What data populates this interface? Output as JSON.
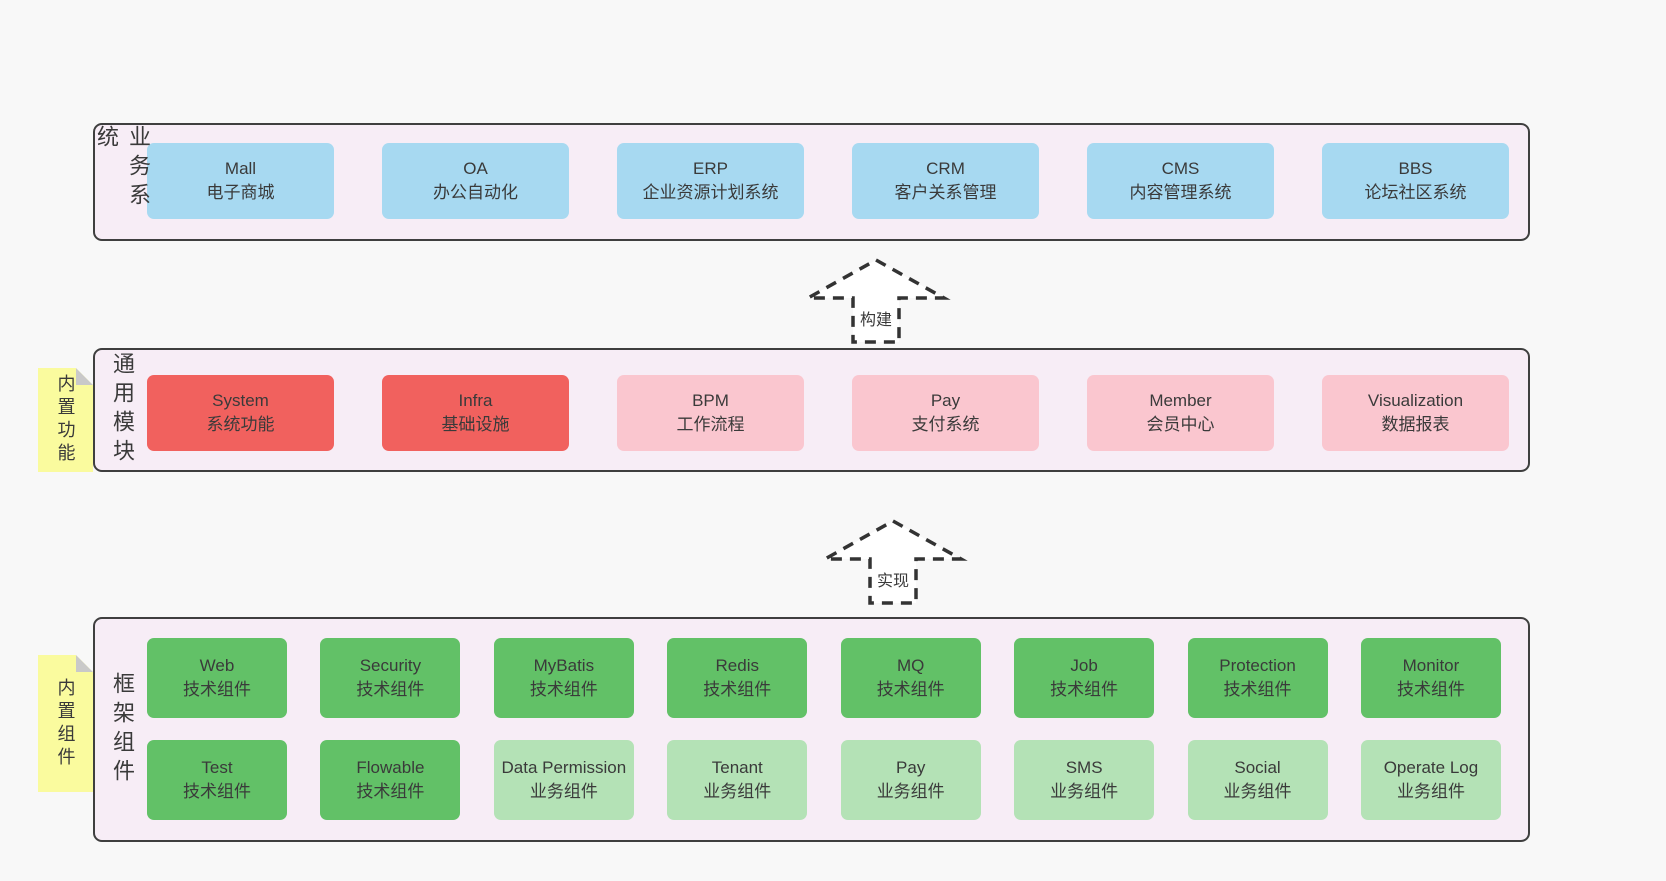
{
  "diagram": {
    "layers": [
      {
        "id": "business-systems",
        "label": "业务系统",
        "rows": [
          [
            {
              "en": "Mall",
              "zh": "电子商城",
              "variant": "blue"
            },
            {
              "en": "OA",
              "zh": "办公自动化",
              "variant": "blue"
            },
            {
              "en": "ERP",
              "zh": "企业资源计划系统",
              "variant": "blue"
            },
            {
              "en": "CRM",
              "zh": "客户关系管理",
              "variant": "blue"
            },
            {
              "en": "CMS",
              "zh": "内容管理系统",
              "variant": "blue"
            },
            {
              "en": "BBS",
              "zh": "论坛社区系统",
              "variant": "blue"
            }
          ]
        ]
      },
      {
        "id": "common-modules",
        "label": "通用模块",
        "note": "内置功能",
        "rows": [
          [
            {
              "en": "System",
              "zh": "系统功能",
              "variant": "red"
            },
            {
              "en": "Infra",
              "zh": "基础设施",
              "variant": "red"
            },
            {
              "en": "BPM",
              "zh": "工作流程",
              "variant": "pink"
            },
            {
              "en": "Pay",
              "zh": "支付系统",
              "variant": "pink"
            },
            {
              "en": "Member",
              "zh": "会员中心",
              "variant": "pink"
            },
            {
              "en": "Visualization",
              "zh": "数据报表",
              "variant": "pink"
            }
          ]
        ]
      },
      {
        "id": "framework-components",
        "label": "框架组件",
        "note": "内置组件",
        "rows": [
          [
            {
              "en": "Web",
              "zh": "技术组件",
              "variant": "green"
            },
            {
              "en": "Security",
              "zh": "技术组件",
              "variant": "green"
            },
            {
              "en": "MyBatis",
              "zh": "技术组件",
              "variant": "green"
            },
            {
              "en": "Redis",
              "zh": "技术组件",
              "variant": "green"
            },
            {
              "en": "MQ",
              "zh": "技术组件",
              "variant": "green"
            },
            {
              "en": "Job",
              "zh": "技术组件",
              "variant": "green"
            },
            {
              "en": "Protection",
              "zh": "技术组件",
              "variant": "green"
            },
            {
              "en": "Monitor",
              "zh": "技术组件",
              "variant": "green"
            }
          ],
          [
            {
              "en": "Test",
              "zh": "技术组件",
              "variant": "green"
            },
            {
              "en": "Flowable",
              "zh": "技术组件",
              "variant": "green"
            },
            {
              "en": "Data Permission",
              "zh": "业务组件",
              "variant": "green-light"
            },
            {
              "en": "Tenant",
              "zh": "业务组件",
              "variant": "green-light"
            },
            {
              "en": "Pay",
              "zh": "业务组件",
              "variant": "green-light"
            },
            {
              "en": "SMS",
              "zh": "业务组件",
              "variant": "green-light"
            },
            {
              "en": "Social",
              "zh": "业务组件",
              "variant": "green-light"
            },
            {
              "en": "Operate Log",
              "zh": "业务组件",
              "variant": "green-light"
            }
          ]
        ]
      }
    ],
    "arrows": [
      {
        "label": "构建"
      },
      {
        "label": "实现"
      }
    ]
  },
  "colors": {
    "page-bg": "#f8f8f8",
    "container-bg": "#f7edf6",
    "container-border": "#3f3f3f",
    "text": "#3a3a3a",
    "blue": "#a7d9f1",
    "red": "#f1615e",
    "pink": "#fac6cf",
    "green": "#62c167",
    "green-light": "#b4e2b6",
    "note-bg": "#fafb9e",
    "note-fold": "#c9c9c9",
    "arrow-stroke": "#333333",
    "arrow-fill": "#ffffff"
  }
}
